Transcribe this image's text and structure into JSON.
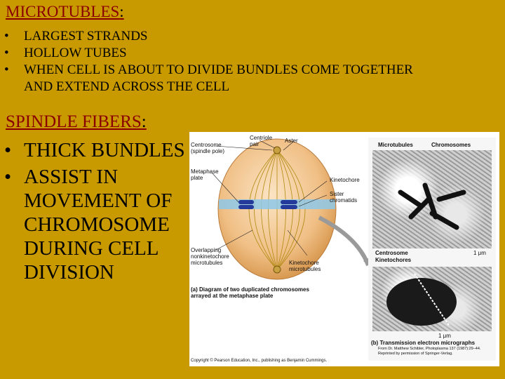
{
  "heading1": {
    "title": "MICROTUBLES",
    "colon": ":"
  },
  "microtubule_points": [
    "LARGEST STRANDS",
    "HOLLOW TUBES",
    "WHEN CELL IS ABOUT TO DIVIDE BUNDLES COME TOGETHER AND EXTEND ACROSS THE CELL"
  ],
  "heading2": {
    "title": "SPINDLE FIBERS",
    "colon": ":"
  },
  "spindle_points": [
    "THICK BUNDLES",
    "ASSIST IN MOVEMENT OF CHROMOSOME DURING CELL DIVISION"
  ],
  "figure": {
    "labels": {
      "centriole_pair": "Centriole pair",
      "aster": "Aster",
      "centrosome": "Centrosome (spindle pole)",
      "metaphase_plate": "Metaphase plate",
      "kinetochore": "Kinetochore",
      "sister_chromatids": "Sister chromatids",
      "overlapping": "Overlapping nonkinetochore microtubules",
      "kinetochore_microtubules": "Kinetochore microtubules",
      "microtubules": "Microtubules",
      "chromosomes": "Chromosomes",
      "centrosome2": "Centrosome",
      "kinetochores": "Kinetochores",
      "scale_top": "1 μm",
      "scale_bottom": "1 μm"
    },
    "caption_a": "(a) Diagram of two duplicated chromosomes arrayed at the metaphase plate",
    "caption_b": "(b) Transmission electron micrographs",
    "credit_b": "From Dr. Matthew Schibler, Photoplasma 137 (1987):29–44. Reprinted by permission of Springer-Verlag.",
    "copyright": "Copyright © Pearson Education, Inc., publishing as Benjamin Cummings.",
    "colors": {
      "cell_fill": "#f2c89a",
      "spindle_lines": "#b08a10",
      "chromatid": "#233a9a",
      "plate_band": "#8ec8e8"
    }
  }
}
